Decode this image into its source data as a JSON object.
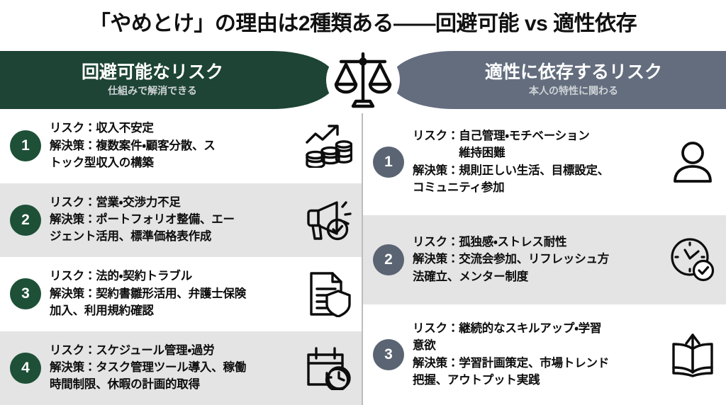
{
  "title": "「やめとけ」の理由は2種類ある——回避可能 vs 適性依存",
  "colors": {
    "left_accent": "#1d4434",
    "right_accent": "#636d7e",
    "left_badge": "#1d5037",
    "right_badge": "#5a6472",
    "row_alt": "#e4e4e4",
    "text": "#0d0d0d"
  },
  "center_icon": "balance-scale-icon",
  "left_column": {
    "header": {
      "title": "回避可能なリスク",
      "subtitle": "仕組みで解消できる"
    },
    "items": [
      {
        "number": "1",
        "lines": [
          "リスク：収入不安定",
          "解決策：複数案件・顧客分散、ス",
          "トック型収入の構築"
        ],
        "icon": "growth-coins-icon"
      },
      {
        "number": "2",
        "lines": [
          "リスク：営業・交渉力不足",
          "解決策：ポートフォリオ整備、エー",
          "ジェント活用、標準価格表作成"
        ],
        "icon": "megaphone-check-icon"
      },
      {
        "number": "3",
        "lines": [
          "リスク：法的・契約トラブル",
          "解決策：契約書雛形活用、弁護士保険",
          "加入、利用規約確認"
        ],
        "icon": "document-shield-icon"
      },
      {
        "number": "4",
        "lines": [
          "リスク：スケジュール管理・過労",
          "解決策：タスク管理ツール導入、稼働",
          "時間制限、休暇の計画的取得"
        ],
        "icon": "calendar-clock-icon"
      }
    ]
  },
  "right_column": {
    "header": {
      "title": "適性に依存するリスク",
      "subtitle": "本人の特性に関わる"
    },
    "items": [
      {
        "number": "1",
        "lines": [
          "リスク：自己管理・モチベーション",
          "　　　　維持困難",
          "解決策：規則正しい生活、目標設定、",
          "コミュニティ参加"
        ],
        "icon": "person-icon"
      },
      {
        "number": "2",
        "lines": [
          "リスク：孤独感・ストレス耐性",
          "解決策：交流会参加、リフレッシュ方",
          "法確立、メンター制度"
        ],
        "icon": "clock-check-icon"
      },
      {
        "number": "3",
        "lines": [
          "リスク：継続的なスキルアップ・学習",
          "意欲",
          "解決策：学習計画策定、市場トレンド",
          "把握、アウトプット実践"
        ],
        "icon": "book-arrow-up-icon"
      }
    ]
  }
}
